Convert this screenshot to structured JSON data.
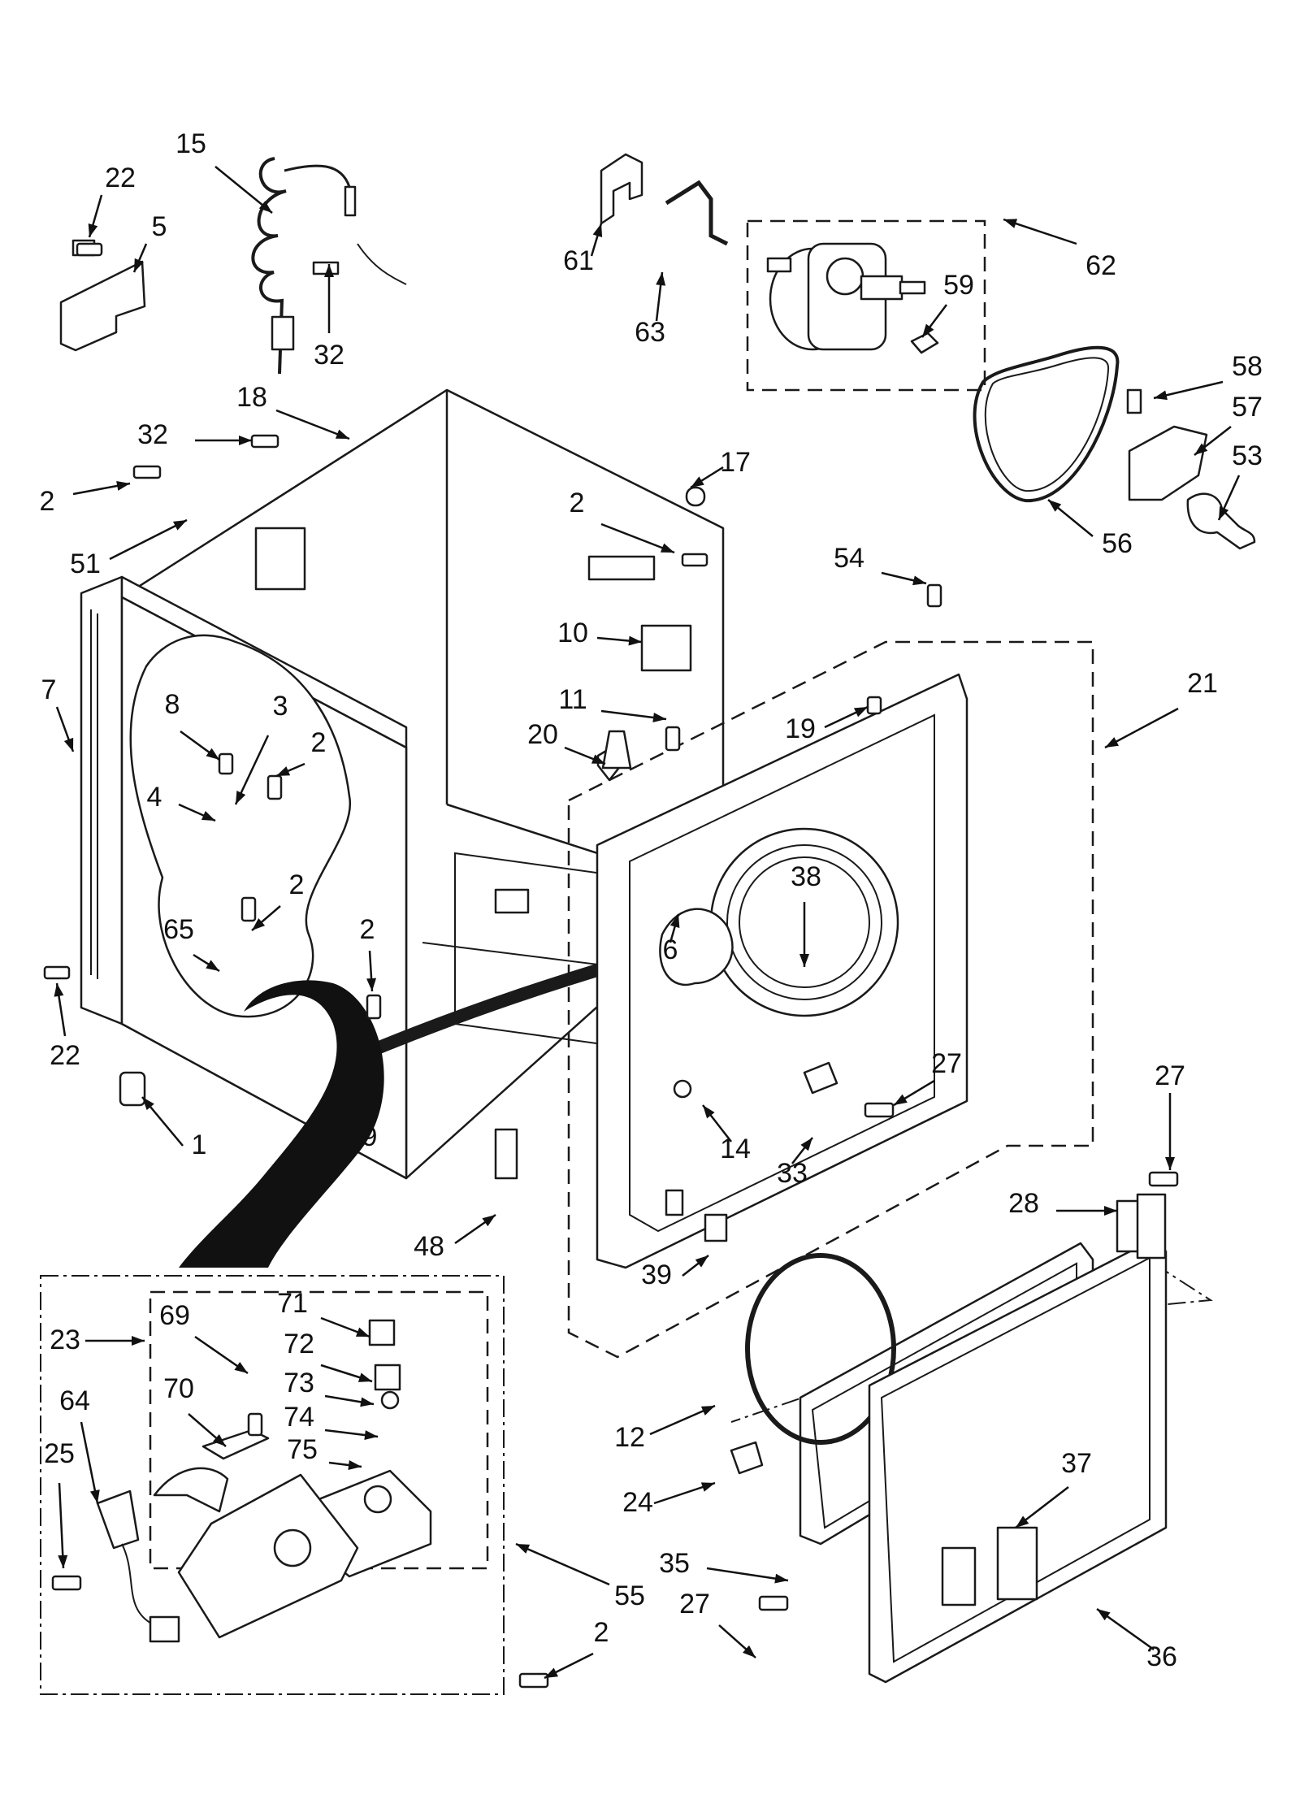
{
  "diagram": {
    "kind": "exploded parts diagram",
    "callouts": [
      {
        "label": "15"
      },
      {
        "label": "22"
      },
      {
        "label": "5"
      },
      {
        "label": "32"
      },
      {
        "label": "61"
      },
      {
        "label": "63"
      },
      {
        "label": "62"
      },
      {
        "label": "59"
      },
      {
        "label": "18"
      },
      {
        "label": "32"
      },
      {
        "label": "2"
      },
      {
        "label": "51"
      },
      {
        "label": "17"
      },
      {
        "label": "2"
      },
      {
        "label": "58"
      },
      {
        "label": "57"
      },
      {
        "label": "53"
      },
      {
        "label": "56"
      },
      {
        "label": "54"
      },
      {
        "label": "10"
      },
      {
        "label": "21"
      },
      {
        "label": "7"
      },
      {
        "label": "8"
      },
      {
        "label": "3"
      },
      {
        "label": "2"
      },
      {
        "label": "11"
      },
      {
        "label": "19"
      },
      {
        "label": "20"
      },
      {
        "label": "4"
      },
      {
        "label": "2"
      },
      {
        "label": "2"
      },
      {
        "label": "65"
      },
      {
        "label": "38"
      },
      {
        "label": "6"
      },
      {
        "label": "22"
      },
      {
        "label": "27"
      },
      {
        "label": "27"
      },
      {
        "label": "9"
      },
      {
        "label": "1"
      },
      {
        "label": "14"
      },
      {
        "label": "33"
      },
      {
        "label": "28"
      },
      {
        "label": "48"
      },
      {
        "label": "39"
      },
      {
        "label": "71"
      },
      {
        "label": "69"
      },
      {
        "label": "23"
      },
      {
        "label": "72"
      },
      {
        "label": "73"
      },
      {
        "label": "70"
      },
      {
        "label": "64"
      },
      {
        "label": "74"
      },
      {
        "label": "75"
      },
      {
        "label": "12"
      },
      {
        "label": "37"
      },
      {
        "label": "24"
      },
      {
        "label": "25"
      },
      {
        "label": "35"
      },
      {
        "label": "55"
      },
      {
        "label": "27"
      },
      {
        "label": "2"
      },
      {
        "label": "36"
      }
    ]
  }
}
